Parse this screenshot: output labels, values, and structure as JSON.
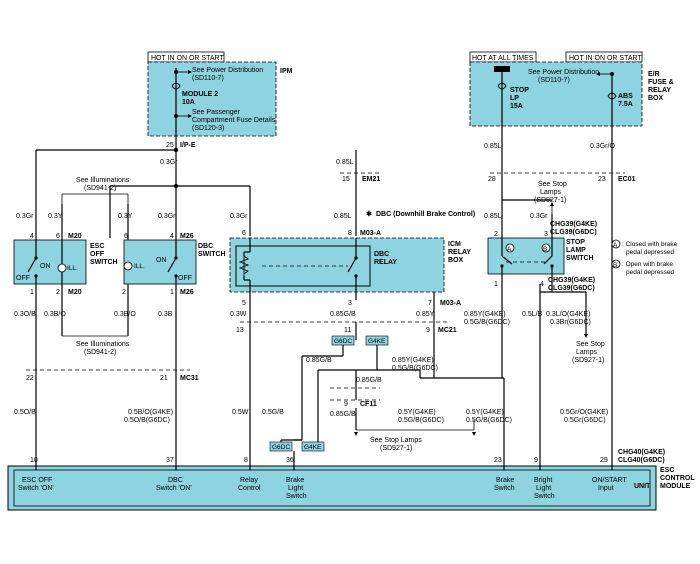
{
  "headers": {
    "hot_ipm": "HOT IN ON OR START",
    "hot_all": "HOT AT ALL TIMES",
    "hot_er": "HOT IN ON OR START"
  },
  "ipm": {
    "name": "IPM",
    "ref1a": "See Power Distribution",
    "ref1b": "(SD110-7)",
    "fuse1": "MODULE 2",
    "amp1": "10A",
    "ref2a": "See Passenger",
    "ref2b": "Compartment Fuse Details",
    "ref2c": "(SD120-3)",
    "pin": "25",
    "conn": "I/P-E",
    "wire": "0.3Gr"
  },
  "er_box": {
    "name1": "E/R",
    "name2": "FUSE &",
    "name3": "RELAY",
    "name4": "BOX",
    "ref_a": "See Power Distribution",
    "ref_b": "(SD110-7)",
    "fuse1": "STOP",
    "fuse1b": "LP",
    "amp1": "15A",
    "fuse2": "ABS",
    "amp2": "7.5A"
  },
  "esc_off": {
    "title1": "ESC",
    "title2": "OFF",
    "title3": "SWITCH",
    "on": "ON",
    "off": "OFF",
    "ill": "ILL.",
    "conn_top": "M20",
    "conn_bot": "M20",
    "pin4": "4",
    "pin6": "6",
    "pin1": "1",
    "pin2": "2",
    "w4": "0.3Gr",
    "w6": "0.3Y",
    "w1": "0.3O/B",
    "w2": "0.3B/O"
  },
  "dbc_sw": {
    "title1": "DBC",
    "title2": "SWITCH",
    "on": "ON",
    "off": "OFF",
    "ill": "ILL.",
    "conn_top": "M26",
    "conn_bot": "M26",
    "pin4": "4",
    "pin6": "6",
    "pin1": "1",
    "pin2": "2",
    "w4": "0.3Gr",
    "w6": "0.3Y",
    "w1": "0.3B/O",
    "w2": "0.3B"
  },
  "illum": {
    "top": "See Illuminations",
    "top2": "(SD941-2)",
    "bot": "See Illuminations",
    "bot2": "(SD941-2)"
  },
  "icm": {
    "title1": "ICM",
    "title2": "RELAY",
    "title3": "BOX",
    "relay1": "DBC",
    "relay2": "RELAY",
    "conn": "M03-A",
    "conn2": "M03-A",
    "pin6": "6",
    "pin8": "8",
    "pin5": "5",
    "pin3": "3",
    "pin7": "7",
    "w6": "0.3Gr",
    "w8": "0.85L",
    "w5": "0.3W",
    "w3": "0.85G/B",
    "w7": "0.85Y"
  },
  "em21": {
    "wire": "0.85L",
    "pin": "15",
    "conn": "EM21",
    "dbc_note": "DBC (Downhill Brake Control)"
  },
  "stop_sw": {
    "title1": "STOP",
    "title2": "LAMP",
    "title3": "SWITCH",
    "a": "A",
    "bb": "B",
    "conn_top1": "CHG39(G4KE)",
    "conn_top2": "CLG39(G6DC)",
    "conn_bot1": "CHG39(G4KE)",
    "conn_bot2": "CLG39(G6DC)",
    "legend_a1": ": Closed with brake",
    "legend_a2": "pedal depressed",
    "legend_b1": ": Open with brake",
    "legend_b2": "pedal depressed",
    "ref_a": "See Stop",
    "ref_b": "Lamps",
    "ref_c": "(SD927-1)",
    "pin2": "2",
    "pin3": "3",
    "pin1": "1",
    "pin4": "4",
    "w_top": "0.85L",
    "w_3": "0.3Gr",
    "w_1": "0.5L/B",
    "w_4a": "0.3L/O(G4KE)",
    "w_4b": "0.3Br(G6DC)",
    "ref2_a": "See Stop",
    "ref2_b": "Lamps",
    "ref2_c": "(SD927-1)"
  },
  "ec01": {
    "wire": "0.3Gr/O",
    "pin": "23",
    "conn": "EC01",
    "pin28": "28",
    "w28": "0.85L"
  },
  "mc21": {
    "pin13": "13",
    "pin11": "11",
    "pin9": "9",
    "conn": "MC21",
    "w1a": "0.85Y(G4KE)",
    "w1b": "0.5G/B(G6DC)"
  },
  "mc31": {
    "pin22": "22",
    "pin21": "21",
    "conn": "MC31"
  },
  "cf11": {
    "pin": "9",
    "conn": "CF11",
    "w_g6": "0.85G/B",
    "w_g4": "0.85G/B",
    "w_mid_a": "0.85Y(G4KE)",
    "w_mid_b": "0.5G/B(G6DC)",
    "w_below": "0.85G/B",
    "ref_a": "See Stop Lamps",
    "ref_b": "(SD927-1)"
  },
  "tags": {
    "g6dc": "G6DC",
    "g4ke": "G4KE"
  },
  "lower_wires": {
    "w1": "0.5O/B",
    "w2a": "0.5B/O(G4KE)",
    "w2b": "0.5O/B(G6DC)",
    "w3": "0.5W",
    "w4": "0.5G/B",
    "w5a": "0.5Y(G4KE)",
    "w5b": "0.5G/B(G6DC)",
    "w6a": "0.5Y(G4KE)",
    "w6b": "0.5G/B(G6DC)",
    "w7a": "0.5Gr/O(G4KE)",
    "w7b": "0.5Gr(G6DC)"
  },
  "esc_module": {
    "title1": "ESC",
    "title2": "CONTROL",
    "title3": "MODULE",
    "unit": "UNIT",
    "conn1": "CHG40(G4KE)",
    "conn2": "CLG40(G6DC)",
    "pins": [
      "10",
      "37",
      "8",
      "36",
      "23",
      "9",
      "29"
    ],
    "in1a": "ESC OFF",
    "in1b": "Switch 'ON'",
    "in2a": "DBC",
    "in2b": "Switch 'ON'",
    "in3a": "Relay",
    "in3b": "Control",
    "in4a": "Brake",
    "in4b": "Light",
    "in4c": "Switch",
    "in5a": "Brake",
    "in5b": "Switch",
    "in6a": "Bright",
    "in6b": "Light",
    "in6c": "Switch",
    "in7a": "ON/START",
    "in7b": "Input"
  }
}
